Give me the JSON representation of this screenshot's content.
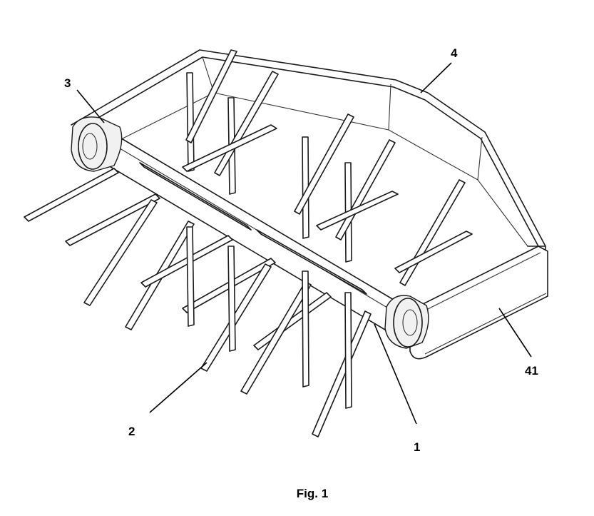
{
  "figure": {
    "caption": "Fig. 1",
    "labels": [
      {
        "id": "shaft",
        "text": "1"
      },
      {
        "id": "tines",
        "text": "2"
      },
      {
        "id": "bearing",
        "text": "3"
      },
      {
        "id": "frame",
        "text": "4"
      },
      {
        "id": "side-plate",
        "text": "41"
      }
    ]
  },
  "colors": {
    "line": "#1a1a1a",
    "background": "#ffffff"
  }
}
